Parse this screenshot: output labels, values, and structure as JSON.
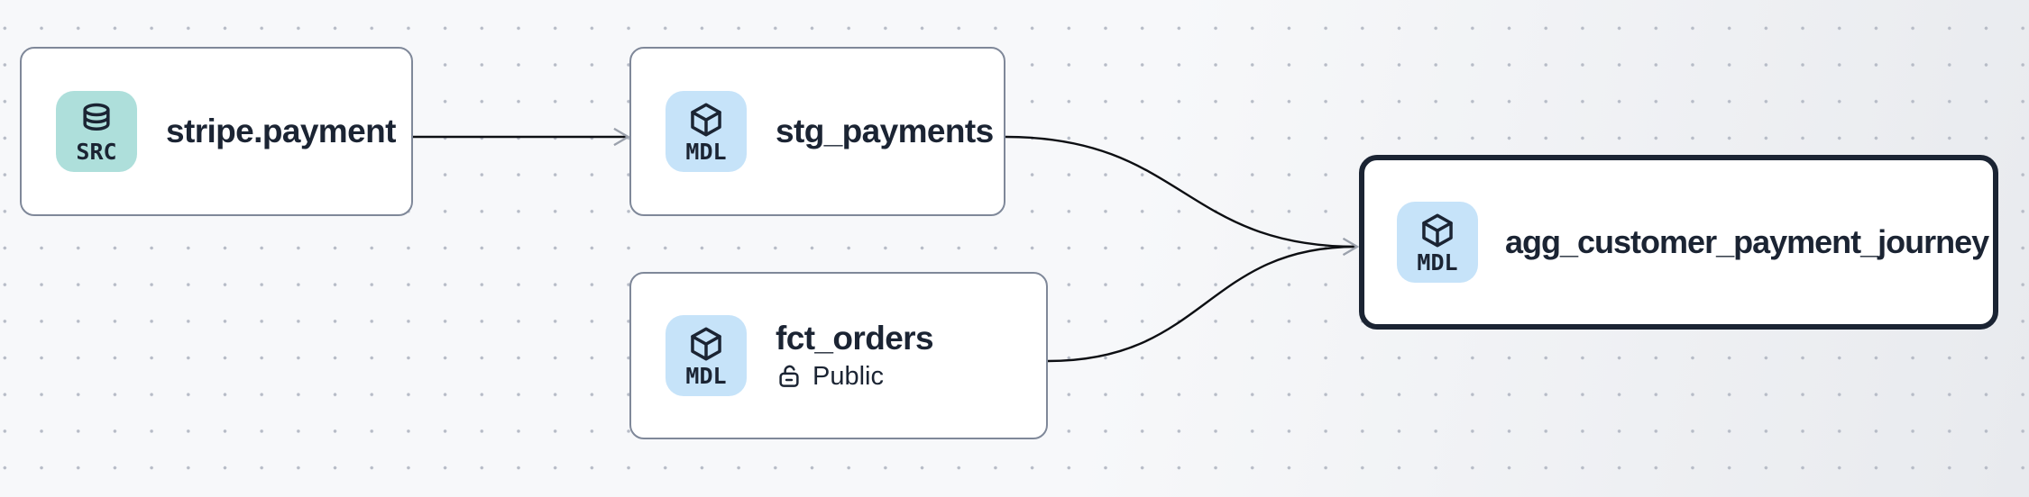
{
  "diagram": {
    "type": "data-lineage-graph",
    "background_color": "#f7f8fa",
    "dot_grid_color": "#b7bcc7",
    "edge_color": "#0d0f13",
    "arrowhead_color": "#9ba1ac",
    "node_border_color": "#7f8899",
    "selected_node_border_color": "#1b2433",
    "text_color": "#1b2433",
    "source_badge_bg": "#aedfdb",
    "model_badge_bg": "#c6e3f9"
  },
  "nodes": [
    {
      "title": "stripe.payment",
      "badge": "SRC",
      "icon": "database",
      "type": "source"
    },
    {
      "title": "stg_payments",
      "badge": "MDL",
      "icon": "cube",
      "type": "model"
    },
    {
      "title": "fct_orders",
      "badge": "MDL",
      "icon": "cube",
      "type": "model",
      "visibility": "Public",
      "visibility_icon": "unlock"
    },
    {
      "title": "agg_customer_payment_journey",
      "badge": "MDL",
      "icon": "cube",
      "type": "model",
      "selected": true
    }
  ],
  "edges": [
    {
      "from": "stripe.payment",
      "to": "stg_payments"
    },
    {
      "from": "stg_payments",
      "to": "agg_customer_payment_journey"
    },
    {
      "from": "fct_orders",
      "to": "agg_customer_payment_journey"
    }
  ]
}
